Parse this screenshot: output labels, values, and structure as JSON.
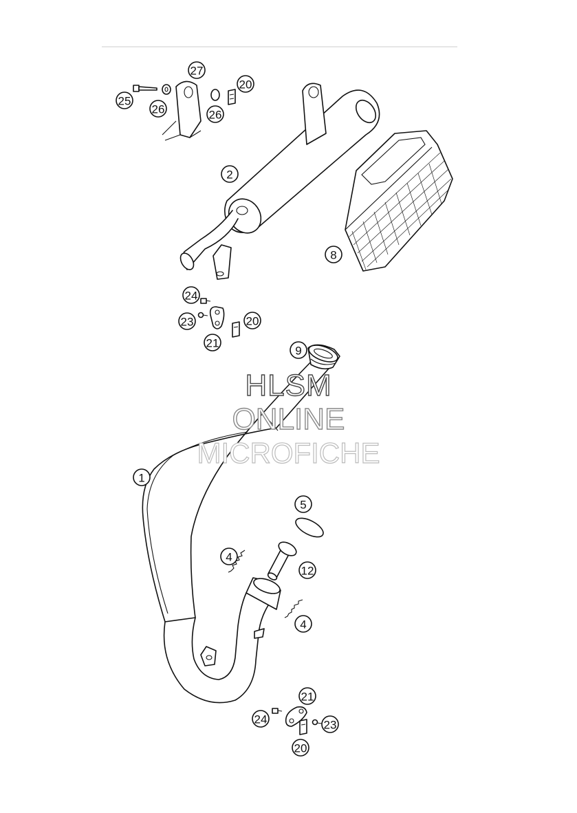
{
  "watermark": {
    "line1": "HLSM",
    "line2": "ONLINE",
    "line3": "MICROFICHE"
  },
  "callouts": {
    "c27": "27",
    "c25": "25",
    "c26a": "26",
    "c26b": "26",
    "c20a": "20",
    "c2": "2",
    "c8": "8",
    "c24a": "24",
    "c23a": "23",
    "c20b": "20",
    "c21a": "21",
    "c9": "9",
    "c1": "1",
    "c5": "5",
    "c4a": "4",
    "c12": "12",
    "c4b": "4",
    "c21b": "21",
    "c24b": "24",
    "c23b": "23",
    "c20c": "20"
  }
}
